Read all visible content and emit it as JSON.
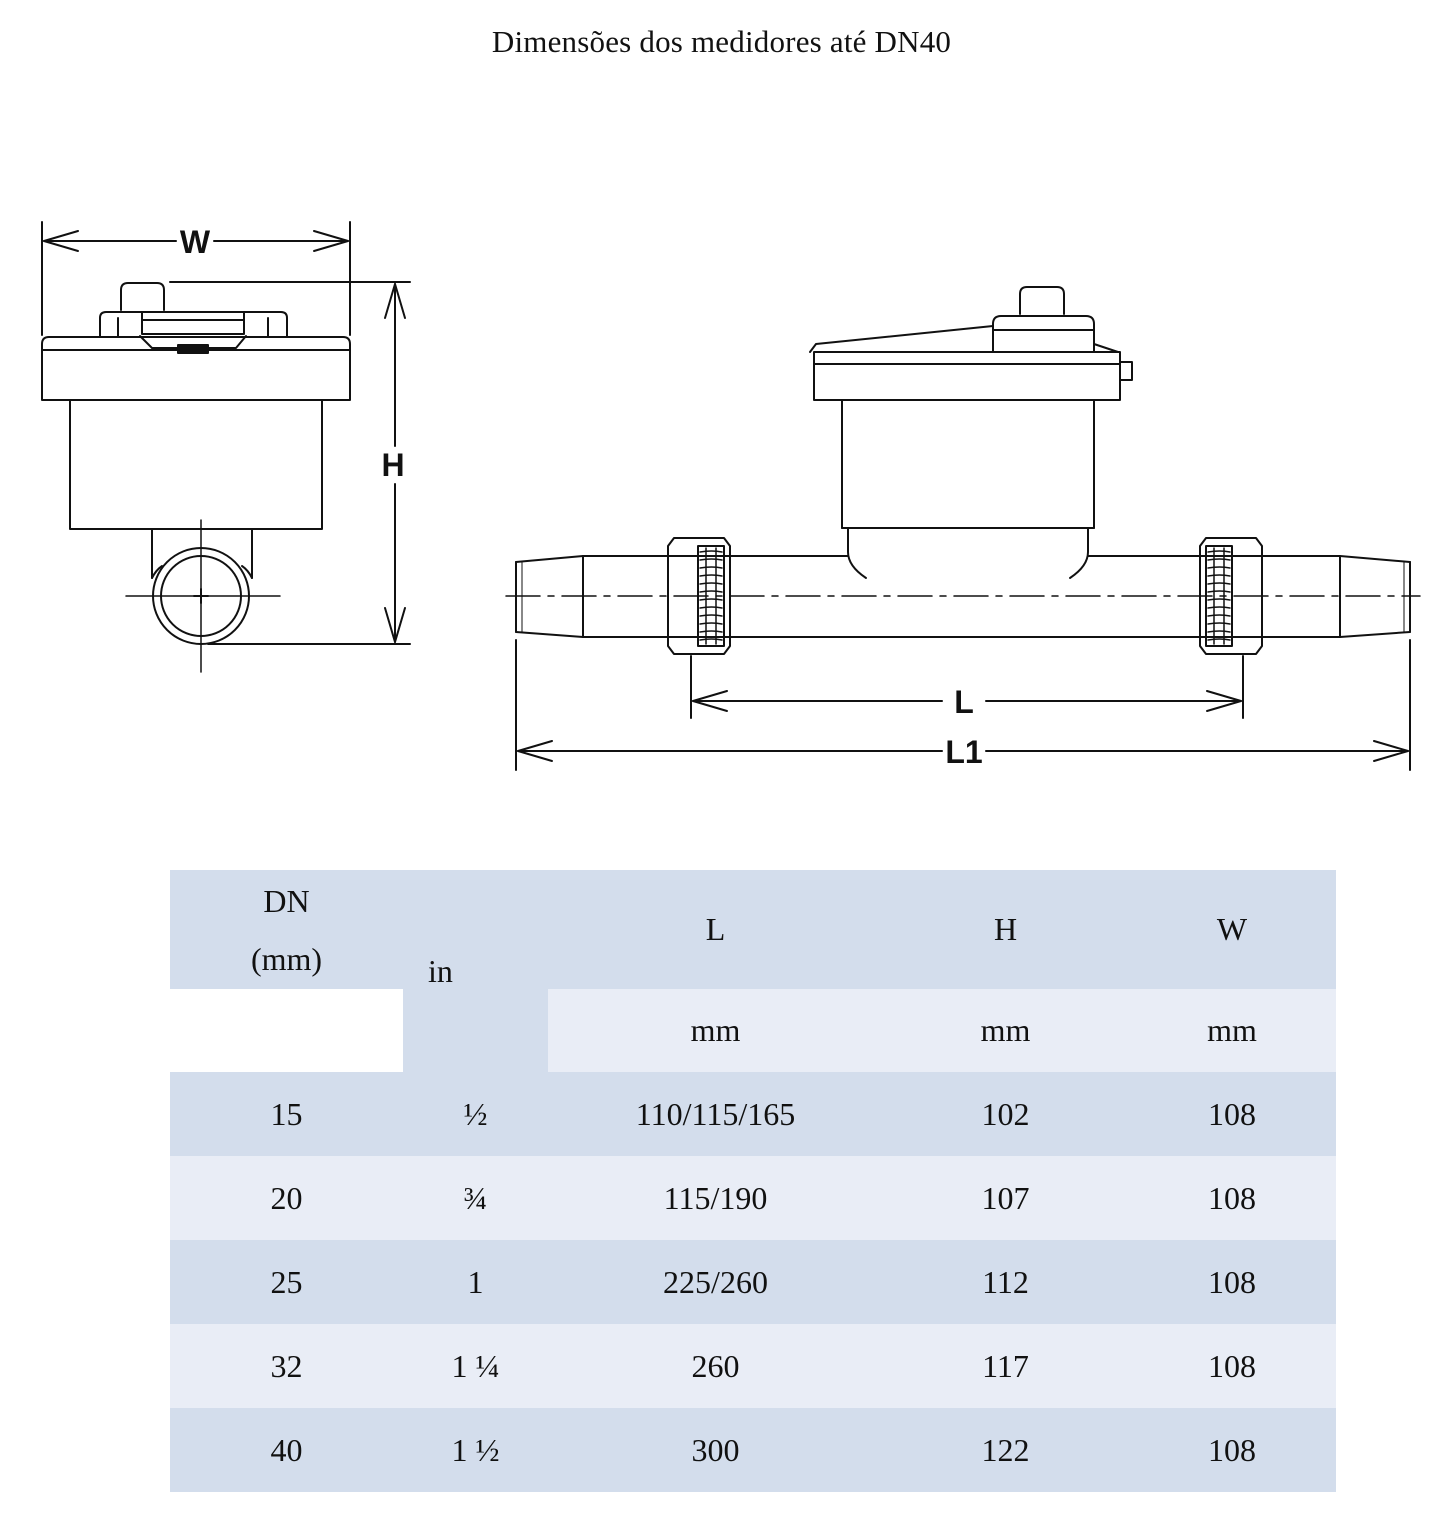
{
  "title": "Dimensões dos medidores até DN40",
  "drawing": {
    "label_w": "W",
    "label_h": "H",
    "label_l": "L",
    "label_l1": "L1"
  },
  "table": {
    "header": {
      "dn": "DN",
      "dn_unit": "(mm)",
      "in": "in",
      "l": "L",
      "h": "H",
      "w": "W",
      "l_unit": "mm",
      "h_unit": "mm",
      "w_unit": "mm"
    },
    "rows": [
      {
        "dn": "15",
        "in": "½",
        "l": "110/115/165",
        "h": "102",
        "w": "108"
      },
      {
        "dn": "20",
        "in": "¾",
        "l": "115/190",
        "h": "107",
        "w": "108"
      },
      {
        "dn": "25",
        "in": "1",
        "l": "225/260",
        "h": "112",
        "w": "108"
      },
      {
        "dn": "32",
        "in": "1 ¼",
        "l": "260",
        "h": "117",
        "w": "108"
      },
      {
        "dn": "40",
        "in": "1 ½",
        "l": "300",
        "h": "122",
        "w": "108"
      }
    ]
  }
}
